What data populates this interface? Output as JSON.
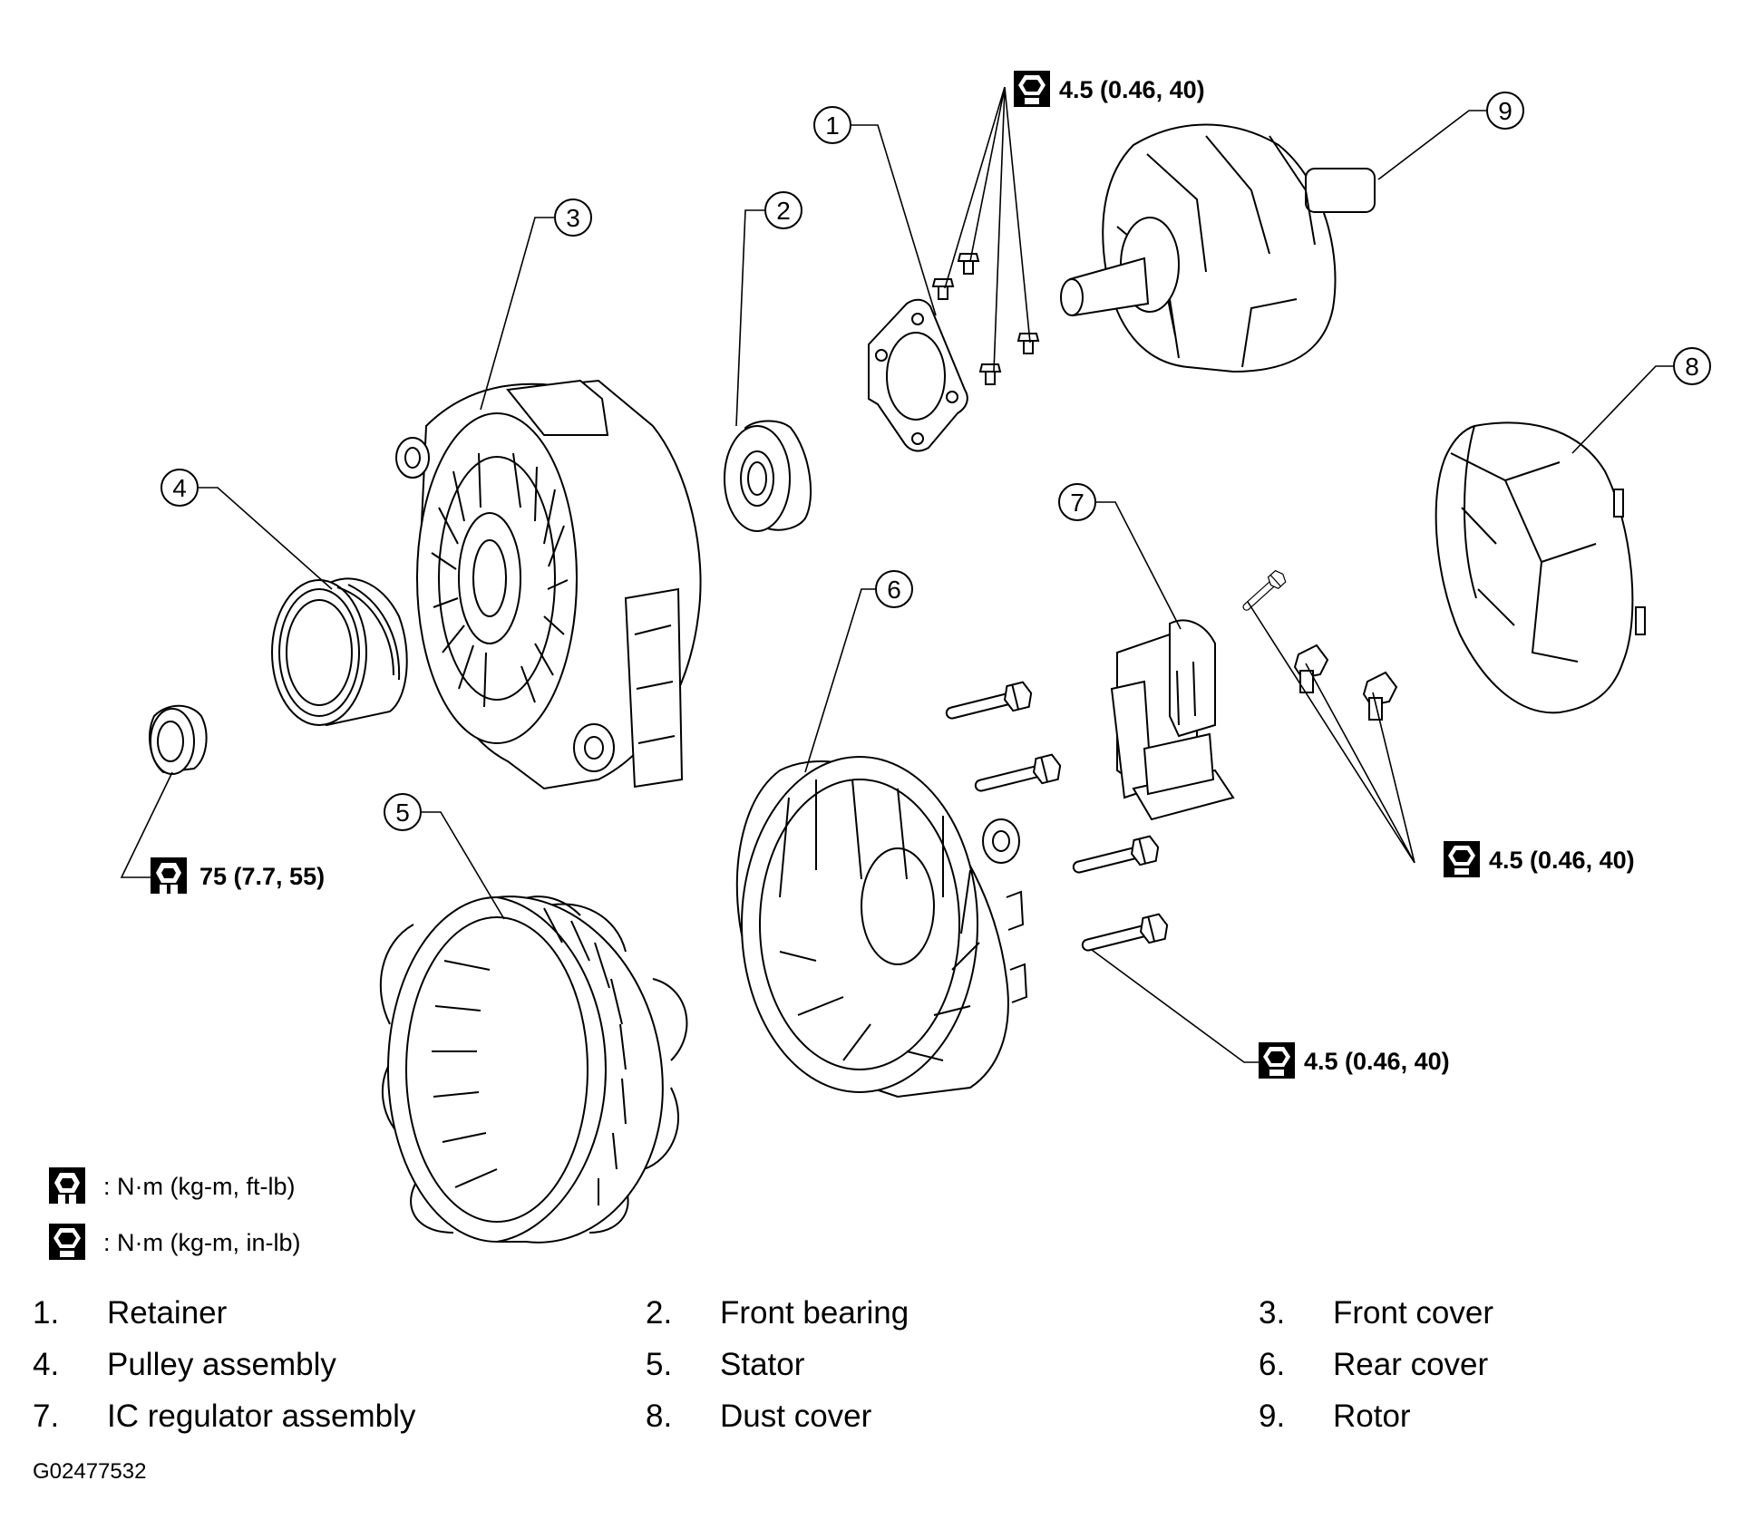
{
  "callouts": [
    "1",
    "2",
    "3",
    "4",
    "5",
    "6",
    "7",
    "8",
    "9"
  ],
  "torque_specs": {
    "retainer_screws": "4.5 (0.46, 40)",
    "pulley_nut": "75 (7.7, 55)",
    "regulator_bolts": "4.5 (0.46, 40)",
    "rear_cover_bolts": "4.5 (0.46, 40)"
  },
  "legend": {
    "ft_lb": ": N·m (kg-m, ft-lb)",
    "in_lb": ": N·m (kg-m, in-lb)"
  },
  "parts": [
    {
      "num": "1.",
      "name": "Retainer"
    },
    {
      "num": "2.",
      "name": "Front bearing"
    },
    {
      "num": "3.",
      "name": "Front cover"
    },
    {
      "num": "4.",
      "name": "Pulley assembly"
    },
    {
      "num": "5.",
      "name": "Stator"
    },
    {
      "num": "6.",
      "name": "Rear cover"
    },
    {
      "num": "7.",
      "name": "IC regulator assembly"
    },
    {
      "num": "8.",
      "name": "Dust cover"
    },
    {
      "num": "9.",
      "name": "Rotor"
    }
  ],
  "figure_id": "G02477532"
}
